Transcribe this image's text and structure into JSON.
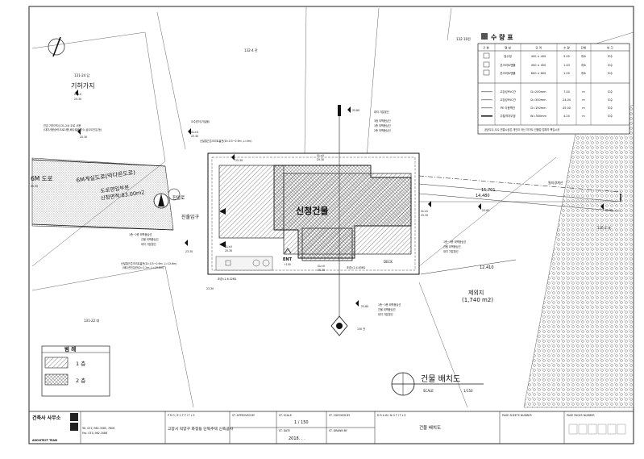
{
  "parcels": {
    "north": "132-4 전",
    "north_east": "132-10전",
    "west_1": "131-24 답",
    "west_2": "131-22 대",
    "east": "126-2 대",
    "south_mid": "130 전"
  },
  "labels": {
    "gihoga": "기허가지",
    "road_6m": "6M 도로",
    "road_plan": "6M계실도로(막다른도로)",
    "road_area": "도로편입부분",
    "road_area_value": "신청면적:83.00m2",
    "jinip": "진입로",
    "jinip_gu": "진출입구",
    "building": "신청건물",
    "ent": "ENT",
    "ent_level": "+150",
    "deck": "DECK",
    "jeoeoji": "제외지",
    "jeoeoji_area": "(1,740 m2)",
    "boundary": "필지경계선",
    "note_road": "진입 가까가지(131-24) 도로 사용",
    "note_road2": "(대지사용승락-도로사용,배수설비,가스,상수도인입 등)",
    "pipe_label": "오수받이(기설물)",
    "pipe_detail": "신설철근콘크리트흄관(D=0.5~0.9m ,L=3m)",
    "parking": "조경=1.6.32M2",
    "landscape": "조경=2.4.63M2"
  },
  "levels": {
    "gl_1": "GL±0",
    "gl_1v": "25.30",
    "gl_2": "GL±0",
    "gl_2v": "25.30",
    "gl_3": "GL±0",
    "gl_3v": "25.30",
    "gl_4": "GL±0",
    "gl_4v": "25.30",
    "gl_5": "GL±0",
    "gl_5v": "25.30",
    "gl_6": "GL±0",
    "gl_6v": "25.30",
    "sp_1": "25.80",
    "sp_2": "25.30",
    "sp_3": "25.30",
    "sp_4": "23.30",
    "sp_5": "25.30",
    "sp_6": "25.80",
    "sp_7": "25.80",
    "sp_8": "23.30",
    "sp_9": "25.80"
  },
  "dims": {
    "d1": "15,701",
    "d2": "14,480",
    "d3": "12,410"
  },
  "callouts": {
    "c1_1": "대지 가분할선",
    "c1_2": "3점 외벽중심선",
    "c1_3": "1층 외벽중심선",
    "c1_4": "2층 외벽중심선",
    "c2_1": "1층~3층 외벽중심선",
    "c2_2": "건물 외벽중심선",
    "c2_3": "대지 가분할선",
    "c3_1": "1층~2층 외벽중심선",
    "c3_2": "건물 외벽중심선",
    "c3_3": "대지 가분할선",
    "c4_1": "1층~3층 외벽중심선",
    "c4_2": "건물 외벽중심선",
    "c4_3": "대지 가분할선",
    "c5_1": "신설철근콘크리트흄관(D=0.5~0.9m ,L=12.6m)",
    "c5_2": "(배수관인입관(D=1.2m ,L=19.6m)"
  },
  "qty_table": {
    "title": "수 량 표",
    "headers": [
      "구 분",
      "명 칭",
      "규 격",
      "수 량",
      "단위",
      "비 고"
    ],
    "rows": [
      [
        "",
        "집수정",
        "400 × 400",
        "5.00",
        "개소",
        "오수"
      ],
      [
        "",
        "콘크리트맨홀",
        "450 × 450",
        "1.00",
        "개소",
        "오수"
      ],
      [
        "",
        "콘크리트맨홀",
        "600 × 600",
        "1.00",
        "개소",
        "오수"
      ],
      [
        "",
        "고강성PVC관",
        "D=200mm",
        "7.50",
        "m",
        "오수"
      ],
      [
        "",
        "고강성PVC관",
        "D=300mm",
        "24.00",
        "m",
        "오수"
      ],
      [
        "",
        "PE 이중벽관",
        "D=150mm",
        "45.00",
        "m",
        "오수"
      ],
      [
        "",
        "주철격자뚜껑",
        "W=300mm",
        "4.20",
        "m",
        "오수"
      ]
    ],
    "footnote": "공공우수,오수 연결시공은 개인이 아닌 허가도 건물업 업체가 책임시공"
  },
  "legend": {
    "title": "범 례",
    "items": [
      {
        "label": "1 층"
      },
      {
        "label": "2 층"
      }
    ]
  },
  "drawing_title": {
    "title": "건물 배치도",
    "scale_label": "SCALE",
    "scale_value": "1/150"
  },
  "title_block": {
    "company": "건축사 사무소",
    "company_sub": "ARCHITECT TEAM",
    "tel": "Tel. 031) 962-3085, 7806",
    "fax": "Fax. 031) 962-3088",
    "project_label": "P R O J E C T  T I T L E",
    "project": "고양시 덕양구 화정동 단독주택 신축공사",
    "approved_label": "ST. APPROVED BY",
    "scale_label": "ST. SCALE",
    "scale": "1 / 150",
    "date_label": "ST. DATE",
    "date": "2018.   .   .",
    "checked_label": "ST. CHECKED BY",
    "drawn_label": "ST. DRAWN BY",
    "dwg_title_label": "D R A W I N G  T I T L E",
    "dwg_title": "건물 배치도",
    "sheet_label": "PAGE   SHEETS NUMBER",
    "pnum_label": "PAGE   PAGES NUMBER"
  }
}
